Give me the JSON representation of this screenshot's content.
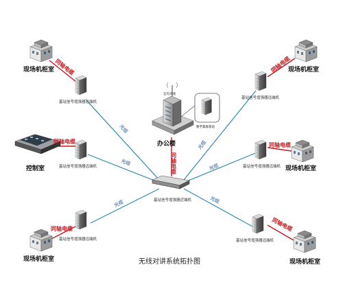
{
  "title": "无线对讲系统拓扑图",
  "hub_label": "基站信号增强器近端机",
  "office": {
    "label": "办公楼",
    "antenna_label": "全向天线",
    "rack_label": "数字集群基站"
  },
  "control_room": {
    "label": "控制室"
  },
  "link_labels": {
    "fiber": "光缆",
    "coax": "同轴电缆"
  },
  "field_rooms": {
    "top_left": {
      "site_label": "现场机柜室",
      "unit_label": "基站信号增强器远端机"
    },
    "mid_left": {
      "unit_label": "基站信号增强器远端机"
    },
    "bottom_left": {
      "site_label": "现场机柜室",
      "unit_label": "基站信号增强器远端机"
    },
    "top_right": {
      "site_label": "现场机柜室",
      "unit_label": "基站信号增强器远端机"
    },
    "mid_right": {
      "site_label": "现场机柜室",
      "unit_label": "基站信号增强器远端机"
    },
    "bottom_right": {
      "site_label": "现场机柜室",
      "unit_label": "基站信号增强器远端机"
    }
  },
  "colors": {
    "fiber": "#2e8bb0",
    "coax": "#c4161c",
    "text_fiber": "#1a4f8a"
  }
}
